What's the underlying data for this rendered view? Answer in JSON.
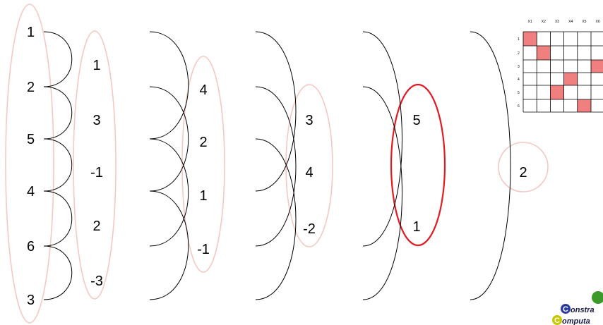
{
  "columns": [
    {
      "values": [
        "1",
        "2",
        "5",
        "4",
        "6",
        "3"
      ]
    },
    {
      "values": [
        "1",
        "3",
        "-1",
        "2",
        "-3"
      ]
    },
    {
      "values": [
        "4",
        "2",
        "1",
        "-1"
      ]
    },
    {
      "values": [
        "3",
        "4",
        "-2"
      ]
    },
    {
      "values": [
        "5",
        "1"
      ]
    },
    {
      "values": [
        "2"
      ]
    }
  ],
  "grid": {
    "column_headers": [
      "X1",
      "X2",
      "X3",
      "X4",
      "X5",
      "X6"
    ],
    "row_headers": [
      "1",
      "2",
      "3",
      "4",
      "5",
      "6"
    ],
    "highlighted": [
      [
        0,
        0
      ],
      [
        1,
        1
      ],
      [
        2,
        5
      ],
      [
        3,
        3
      ],
      [
        4,
        2
      ],
      [
        5,
        4
      ]
    ],
    "highlight_color": "#f08080"
  },
  "colors": {
    "oval": "#f4c9c4",
    "oval_highlight": "#e11b22"
  },
  "logo": {
    "line1": "onstra",
    "line2": "omputa"
  }
}
